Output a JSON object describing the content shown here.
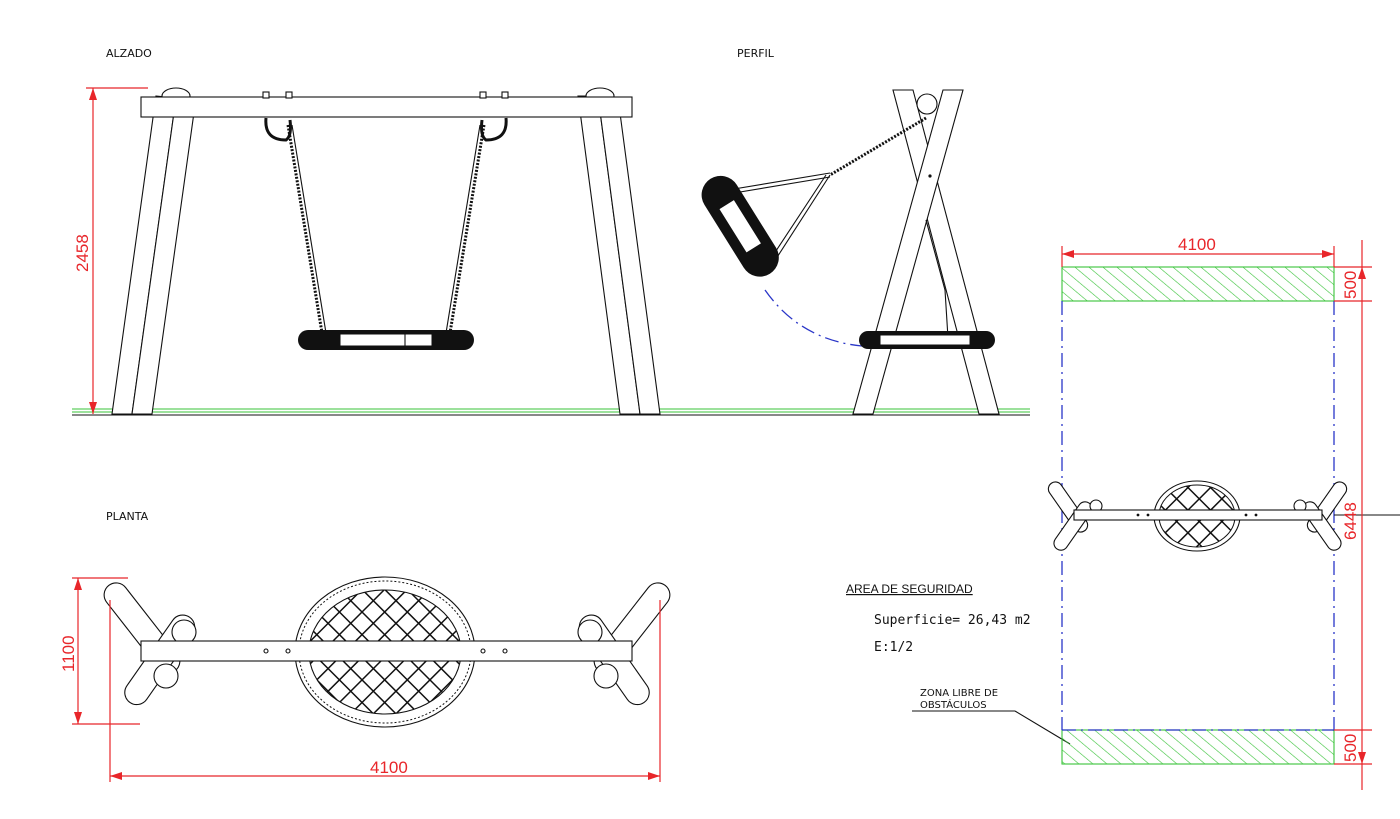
{
  "views": {
    "elevation_label": "ALZADO",
    "profile_label": "PERFIL",
    "plan_label": "PLANTA"
  },
  "dimensions": {
    "elevation_height": "2458",
    "plan_depth": "1100",
    "plan_width": "4100",
    "safety_width": "4100",
    "safety_length": "6448",
    "margin_top": "500",
    "margin_bottom": "500"
  },
  "safety_area": {
    "title": "AREA DE SEGURIDAD",
    "surface": "Superficie=  26,43 m2",
    "scale": "E:1/2",
    "zone_note_line1": "ZONA LIBRE DE",
    "zone_note_line2": "OBSTÁCULOS"
  },
  "colors": {
    "dimension": "#e8262a",
    "ground": "#39c339",
    "hatch": "#39c339",
    "safety_boundary": "#2a36c8",
    "linework": "#111111"
  }
}
